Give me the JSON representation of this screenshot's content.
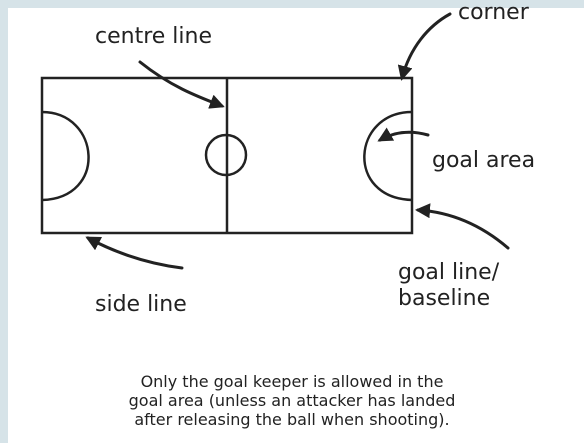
{
  "labels": {
    "centre_line": "centre line",
    "corner": "corner",
    "goal_area": "goal area",
    "goal_line": "goal line/",
    "baseline": "baseline",
    "side_line": "side line"
  },
  "note": {
    "line1": "Only the goal keeper is allowed in the",
    "line2": "goal area (unless an attacker has landed",
    "line3": "after releasing the ball when shooting)."
  },
  "colors": {
    "background": "#d6e3e8",
    "panel": "#ffffff",
    "ink": "#222222"
  }
}
